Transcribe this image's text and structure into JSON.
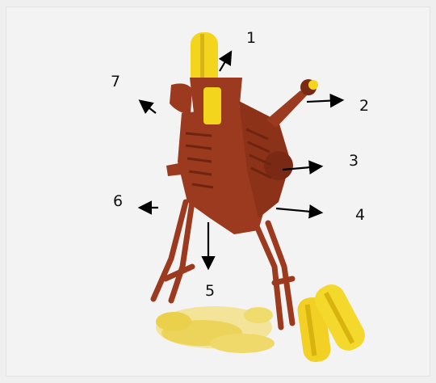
{
  "labels": {
    "n1": "1",
    "n2": "2",
    "n3": "3",
    "n4": "4",
    "n5": "5",
    "n6": "6",
    "n7": "7"
  },
  "colors": {
    "machine": "#9b3a1e",
    "machine_dark": "#6e2410",
    "corn": "#f2d91c",
    "arrow": "#000000"
  }
}
